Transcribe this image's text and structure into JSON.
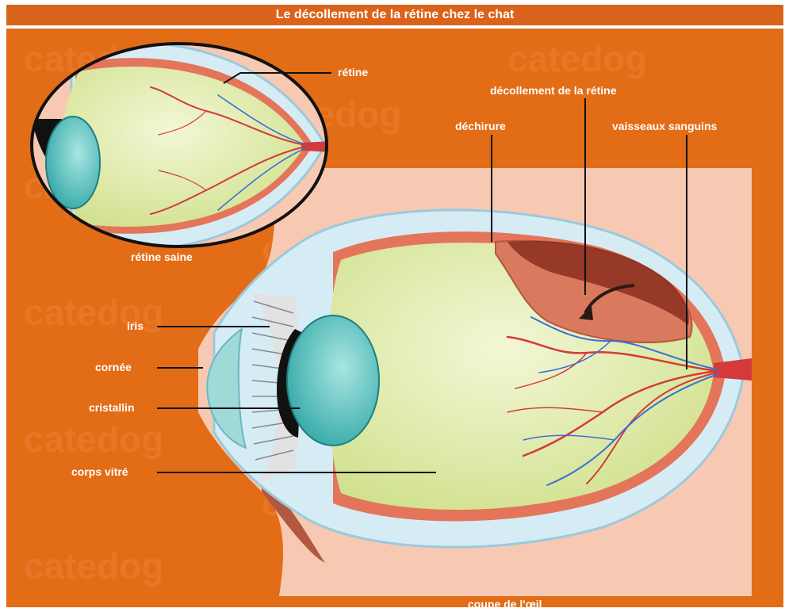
{
  "title": "Le décollement de la rétine chez le chat",
  "colors": {
    "background_orange": "#e36c17",
    "tissue_pink": "#f7c9b2",
    "vitreous_green": "#e6f0b2",
    "sclera_blue": "#cfe8f3",
    "lens_teal": "#5cc6c3",
    "retina_red": "#e4755a",
    "vessel_red": "#d43a3a",
    "vessel_blue": "#3b6fd6"
  },
  "labels": {
    "retine": "rétine",
    "retine_saine": "rétine saine",
    "decollement": "décollement de la rétine",
    "dechirure": "déchirure",
    "vaisseaux": "vaisseaux sanguins",
    "iris": "iris",
    "cornee": "cornée",
    "cristallin": "cristallin",
    "corps_vitre": "corps vitré",
    "coupe": "coupe de l'œil"
  },
  "watermark": "catedog"
}
